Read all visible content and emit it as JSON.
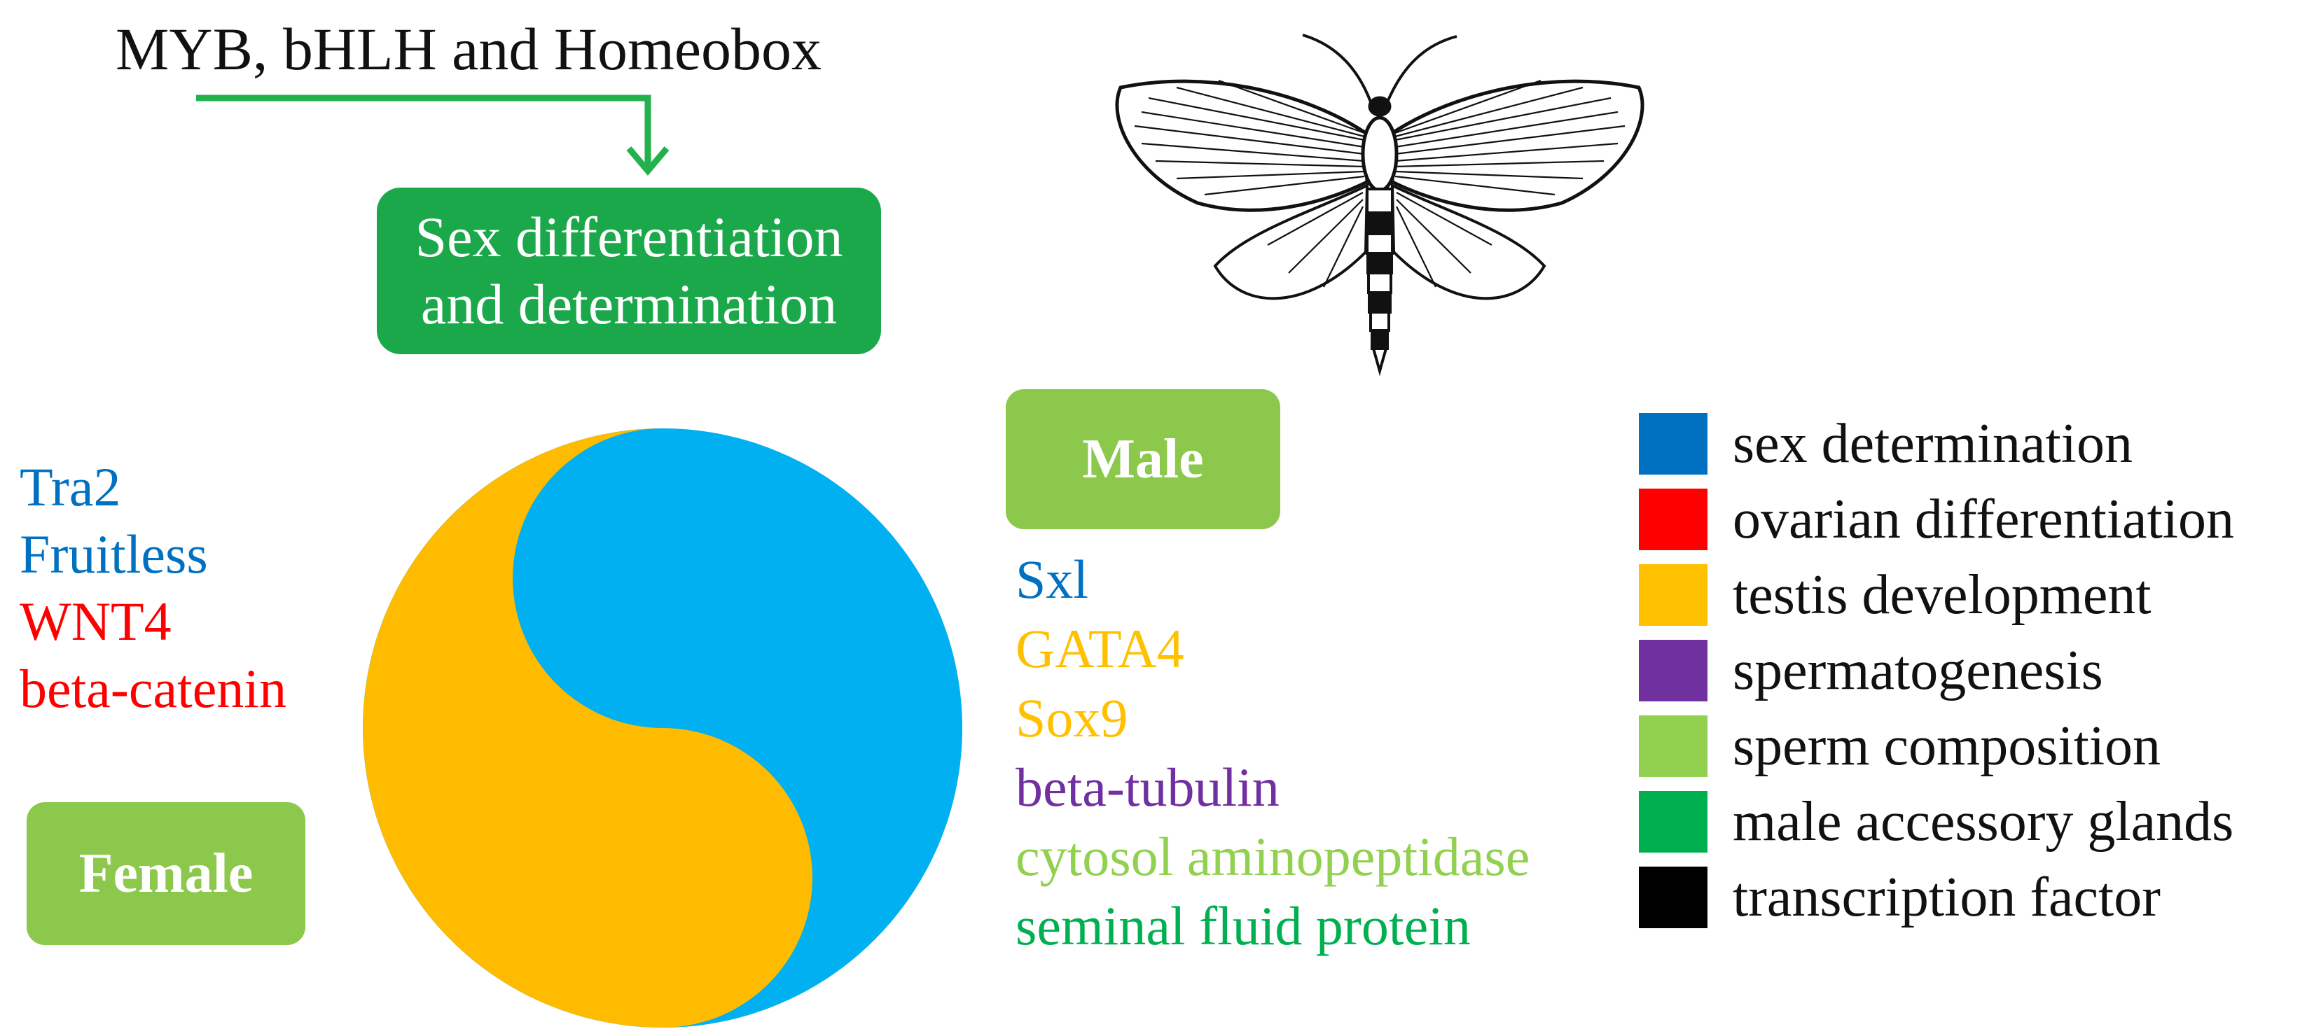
{
  "colors": {
    "green_box": "#1aa84a",
    "light_green_box": "#8cc84b",
    "arrow": "#22b14c",
    "yin_orange": "#ffbb00",
    "yang_blue": "#00b0f0",
    "sex_determination": "#0070c0",
    "ovarian_differentiation": "#ff0000",
    "testis_development": "#ffc000",
    "spermatogenesis": "#7030a0",
    "sperm_composition": "#92d050",
    "male_accessory_glands": "#00b050",
    "transcription_factor": "#000000"
  },
  "transcription_factors_label": "MYB, bHLH and Homeobox",
  "sex_box": {
    "line1": "Sex differentiation",
    "line2": "and determination"
  },
  "male_label": "Male",
  "female_label": "Female",
  "female_genes": [
    {
      "name": "Tra2",
      "category": "sex_determination"
    },
    {
      "name": "Fruitless",
      "category": "sex_determination"
    },
    {
      "name": "WNT4",
      "category": "ovarian_differentiation"
    },
    {
      "name": "beta-catenin",
      "category": "ovarian_differentiation"
    }
  ],
  "male_genes": [
    {
      "name": "Sxl",
      "category": "sex_determination"
    },
    {
      "name": "GATA4",
      "category": "testis_development"
    },
    {
      "name": "Sox9",
      "category": "testis_development"
    },
    {
      "name": "beta-tubulin",
      "category": "spermatogenesis"
    },
    {
      "name": "cytosol aminopeptidase",
      "category": "sperm_composition"
    },
    {
      "name": "seminal fluid protein",
      "category": "male_accessory_glands"
    }
  ],
  "legend": [
    {
      "label": "sex determination",
      "category": "sex_determination"
    },
    {
      "label": "ovarian differentiation",
      "category": "ovarian_differentiation"
    },
    {
      "label": "testis development",
      "category": "testis_development"
    },
    {
      "label": "spermatogenesis",
      "category": "spermatogenesis"
    },
    {
      "label": "sperm composition",
      "category": "sperm_composition"
    },
    {
      "label": "male accessory glands",
      "category": "male_accessory_glands"
    },
    {
      "label": "transcription factor",
      "category": "transcription_factor"
    }
  ],
  "icons": {
    "moth": "moth-illustration-icon",
    "yin_yang": "yin-yang-icon",
    "arrow": "down-arrow-icon"
  }
}
